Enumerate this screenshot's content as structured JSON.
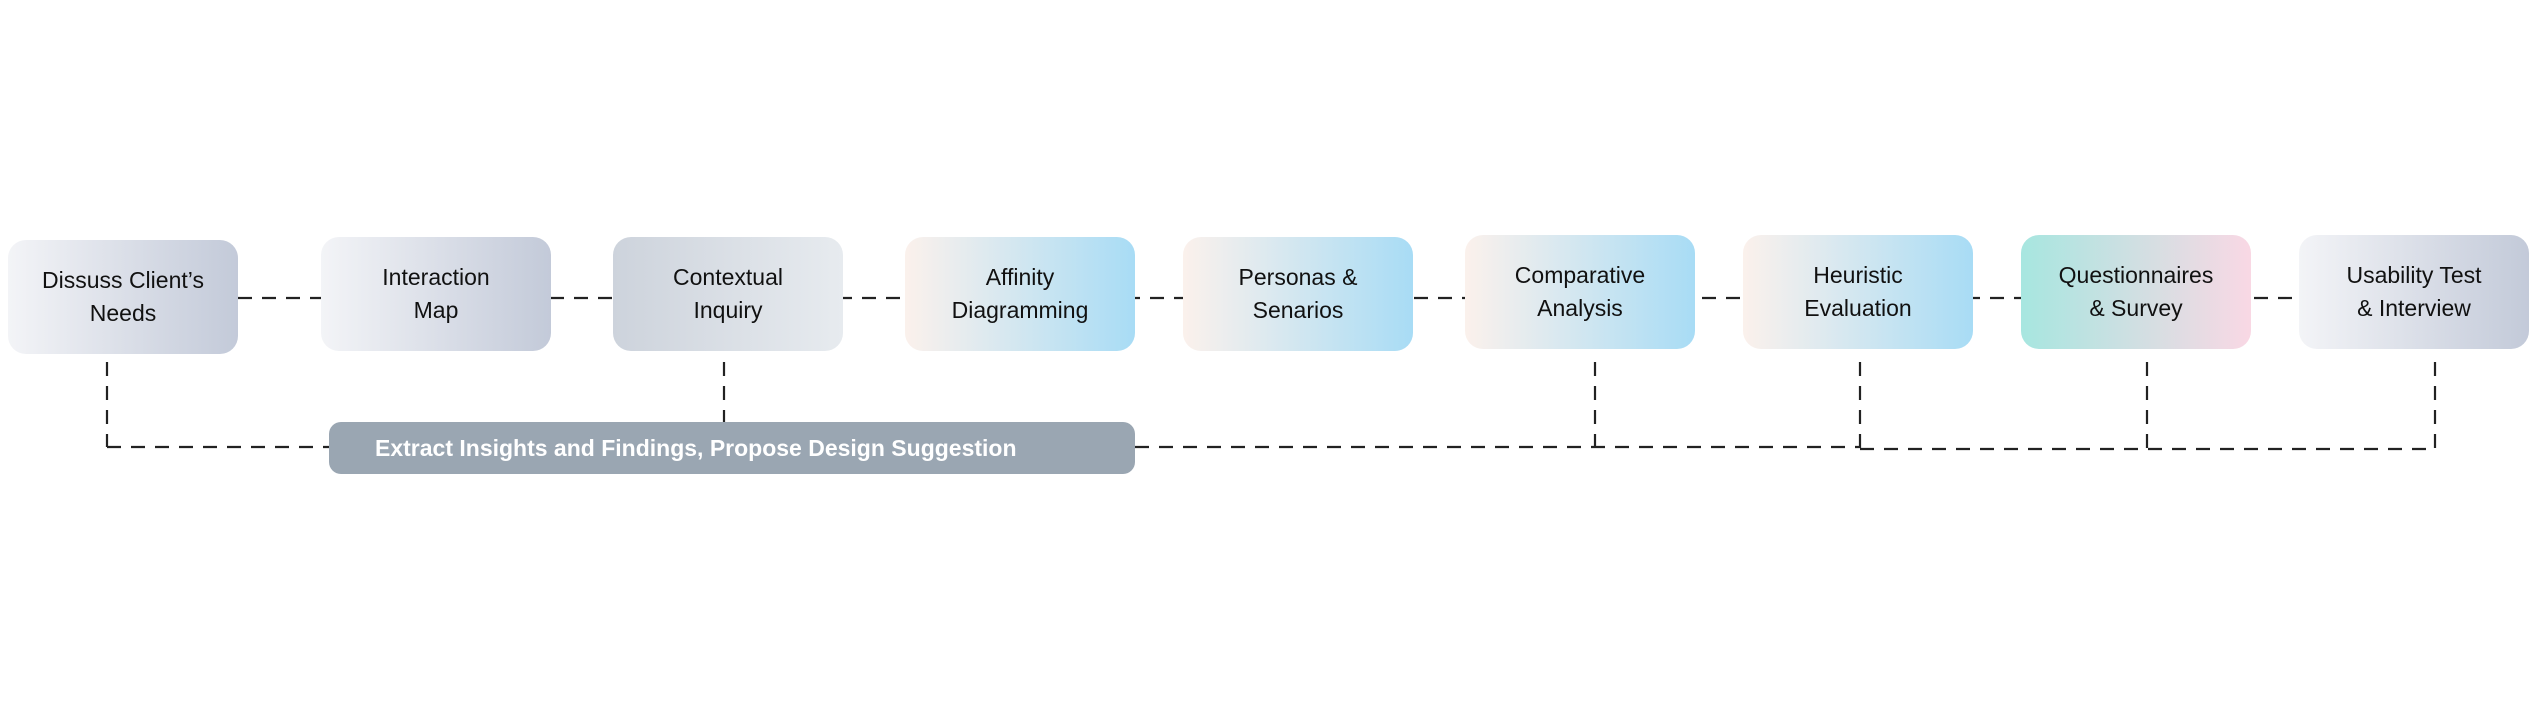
{
  "steps": [
    {
      "label": "Dissuss Client’s\nNeeds"
    },
    {
      "label": "Interaction\nMap"
    },
    {
      "label": "Contextual\nInquiry"
    },
    {
      "label": "Affinity\nDiagramming"
    },
    {
      "label": "Personas &\nSenarios"
    },
    {
      "label": "Comparative\nAnalysis"
    },
    {
      "label": "Heuristic\nEvaluation"
    },
    {
      "label": "Questionnaires\n& Survey"
    },
    {
      "label": "Usability Test\n& Interview"
    }
  ],
  "banner": {
    "label": "Extract Insights and Findings, Propose Design Suggestion"
  }
}
